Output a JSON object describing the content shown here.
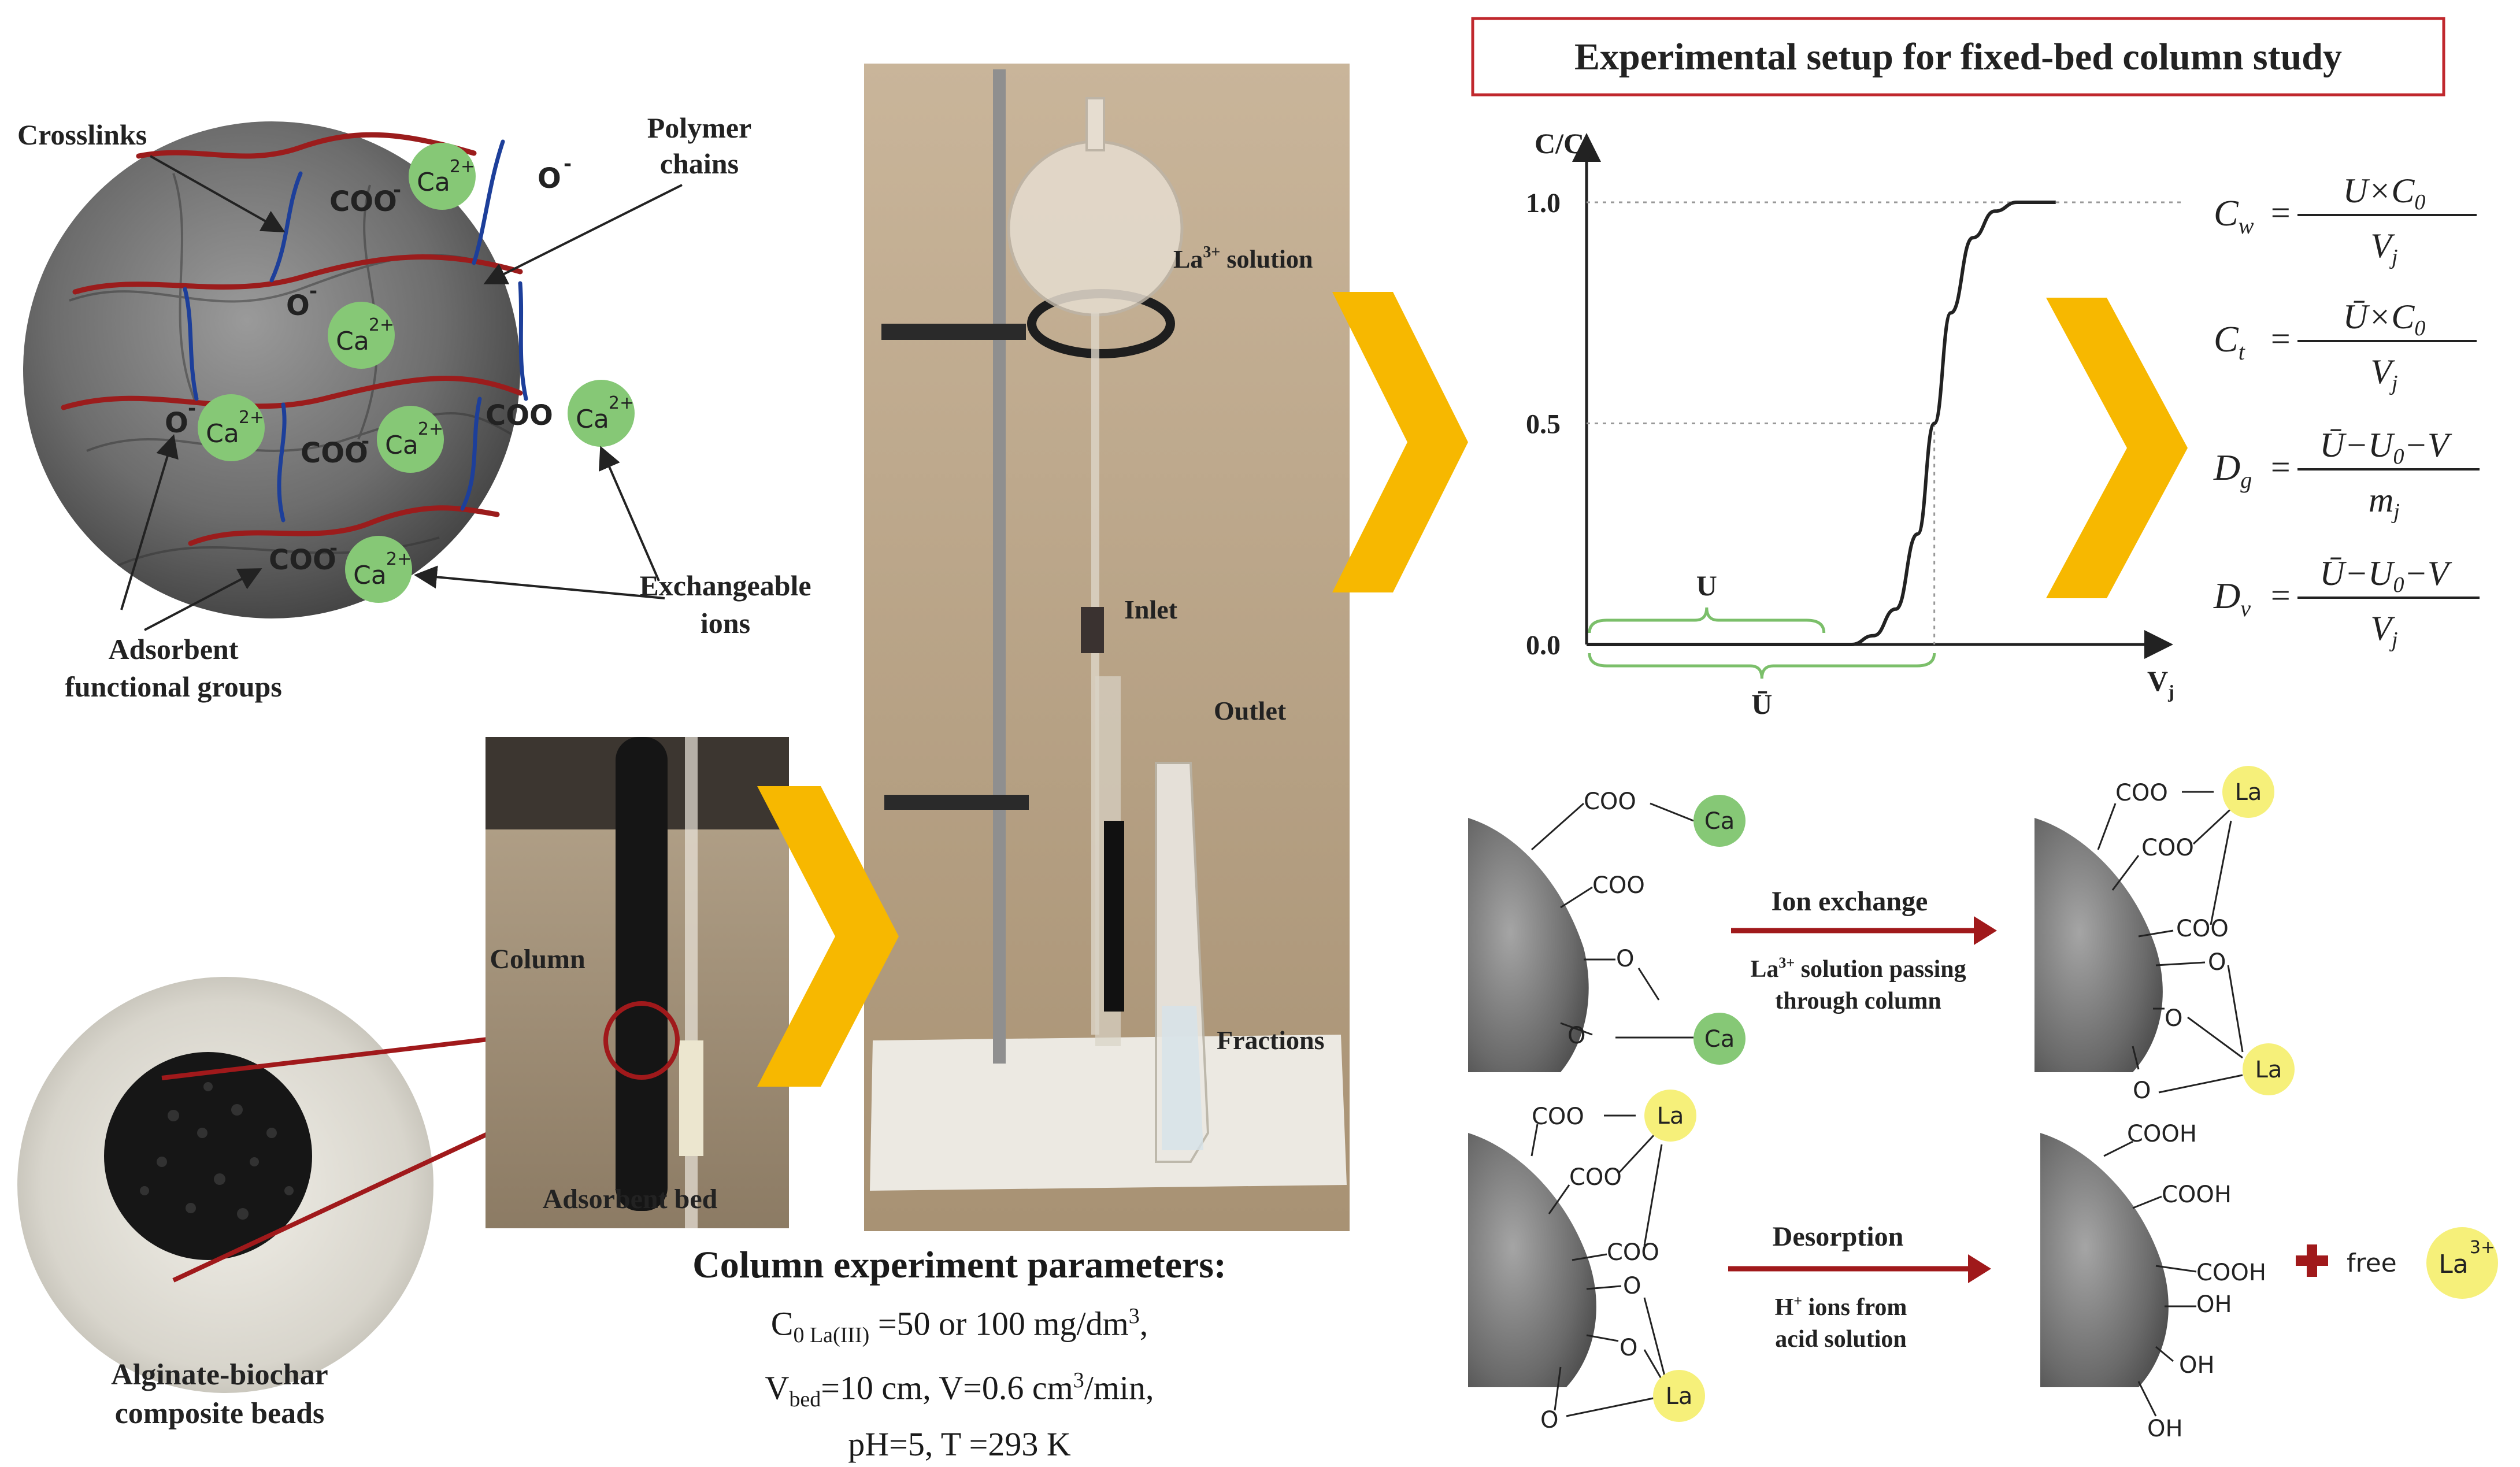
{
  "title": "Experimental setup for fixed-bed column study",
  "micro_labels": {
    "crosslinks": "Crosslinks",
    "polymer_1": "Polymer",
    "polymer_2": "chains",
    "exchangeable_1": "Exchangeable",
    "exchangeable_2": "ions",
    "adsorbent_1": "Adsorbent",
    "adsorbent_2": "functional groups",
    "ca_ion": "Ca",
    "ca_charge": "2+",
    "coo": "COO",
    "o": "O",
    "minus": "-"
  },
  "photo_labels": {
    "la_solution": "La",
    "la_solution_sup": "3+",
    "la_solution_rest": " solution",
    "inlet": "Inlet",
    "outlet": "Outlet",
    "fractions": "Fractions",
    "column": "Column",
    "adsorbent_bed": "Adsorbent bed",
    "beads_1": "Alginate-biochar",
    "beads_2": "composite beads"
  },
  "parameters": {
    "heading": "Column experiment parameters:",
    "line1_prefix": "C",
    "line1_sub": "0 La(III)",
    "line1_rest": " =50 or 100 mg/dm",
    "line1_sup": "3",
    "line1_end": ",",
    "line2_prefix": "V",
    "line2_sub": "bed",
    "line2_rest": "=10 cm, V=0.6 cm",
    "line2_sup": "3",
    "line2_end": "/min,",
    "line3": "pH=5, T =293 K"
  },
  "chart_data": {
    "type": "line",
    "ylabel": "C/C",
    "ylabel_sub": "0",
    "xlabel": "V",
    "xlabel_sub": "j",
    "yticks": [
      "0.0",
      "0.5",
      "1.0"
    ],
    "ylim": [
      0,
      1
    ],
    "xlim": [
      0,
      1
    ],
    "series": [
      {
        "x": [
          0.0,
          0.48,
          0.52,
          0.56,
          0.6,
          0.63,
          0.66,
          0.7,
          0.74,
          0.78,
          0.82,
          0.85
        ],
        "y": [
          0.0,
          0.0,
          0.02,
          0.08,
          0.25,
          0.5,
          0.75,
          0.92,
          0.98,
          1.0,
          1.0,
          1.0
        ]
      }
    ],
    "annotations": {
      "u_label": "U",
      "u_bar_label": "Ū"
    }
  },
  "equations": {
    "cw_lhs": "C",
    "cw_sub": "w",
    "cw_num": "U×C",
    "cw_num_sub": "0",
    "cw_den": "V",
    "cw_den_sub": "j",
    "ct_lhs": "C",
    "ct_sub": "t",
    "ct_num": "Ū×C",
    "ct_num_sub": "0",
    "ct_den": "V",
    "ct_den_sub": "j",
    "dg_lhs": "D",
    "dg_sub": "g",
    "dg_num": "Ū−U",
    "dg_num_sub": "0",
    "dg_num_rest": "−V",
    "dg_den": "m",
    "dg_den_sub": "j",
    "dv_lhs": "D",
    "dv_sub": "v",
    "dv_num": "Ū−U",
    "dv_num_sub": "0",
    "dv_num_rest": "−V",
    "dv_den": "V",
    "dv_den_sub": "j",
    "equals": "="
  },
  "mechanism": {
    "ion_exchange": "Ion exchange",
    "ie_note_1a": "La",
    "ie_note_1sup": "3+",
    "ie_note_1b": " solution passing",
    "ie_note_2": "through column",
    "desorption": "Desorption",
    "de_note_1a": "H",
    "de_note_1sup": "+",
    "de_note_1b": " ions from",
    "de_note_2": "acid solution",
    "ca": "Ca",
    "la": "La",
    "coo": "COO",
    "cooh": "COOH",
    "o": "O",
    "oh": "OH",
    "free": "free",
    "la3": "La",
    "la3_sup": "3+"
  },
  "colors": {
    "ca_green": "#86c876",
    "la_yellow": "#f6f07a",
    "arrow_red": "#a0191b",
    "chevron": "#f7b800",
    "chain_red": "#9b1c1c",
    "crosslink_blue": "#1d3f9a",
    "brace_green": "#7bbf6a",
    "title_border": "#c0282d"
  }
}
